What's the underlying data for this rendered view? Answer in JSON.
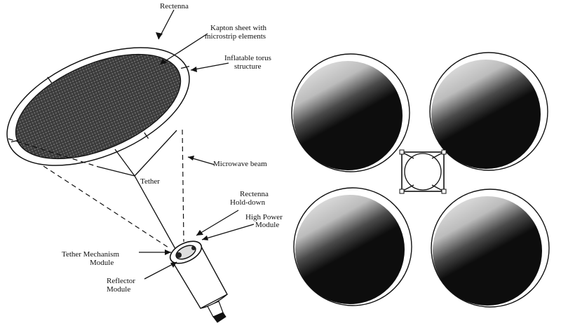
{
  "labels": {
    "rectenna": "Rectenna",
    "kapton": [
      "Kapton sheet with",
      "microstrip elements"
    ],
    "torus": [
      "Inflatable torus",
      "structure"
    ],
    "microwave": "Microwave beam",
    "tether": "Tether",
    "holddown": [
      "Rectenna",
      "Hold-down"
    ],
    "high_power": [
      "High Power",
      "Module"
    ],
    "tether_mech": [
      "Tether Mechanism",
      "Module"
    ],
    "reflector": [
      "Reflector",
      "Module"
    ]
  },
  "colors": {
    "ink": "#111111",
    "shade_dark": "#0d0d0d",
    "shade_light": "#f2f2f2"
  }
}
